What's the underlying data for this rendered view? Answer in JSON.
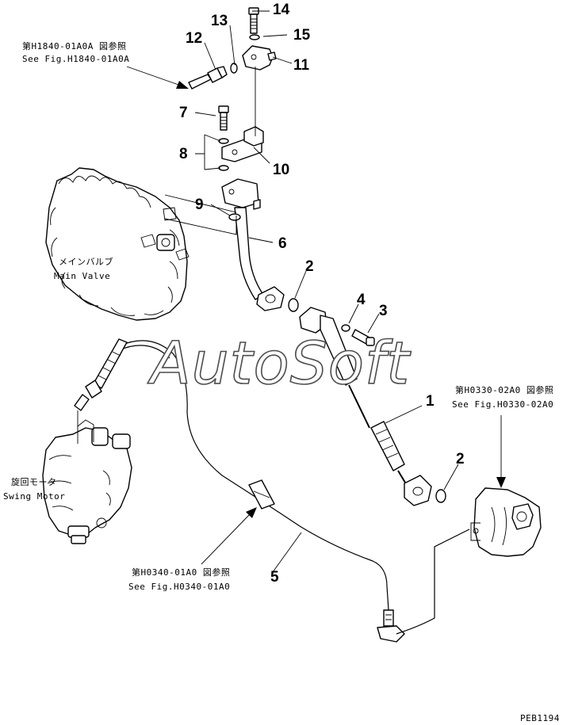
{
  "title": "",
  "part_numbers": [
    "1",
    "2",
    "2",
    "3",
    "4",
    "5",
    "6",
    "7",
    "8",
    "9",
    "10",
    "11",
    "12",
    "13",
    "14",
    "15"
  ],
  "references": {
    "h1840": {
      "jp": "第H1840-01A0A 図参照",
      "en": "See Fig.H1840-01A0A"
    },
    "h0330": {
      "jp": "第H0330-02A0 図参照",
      "en": "See Fig.H0330-02A0"
    },
    "h0340": {
      "jp": "第H0340-01A0 図参照",
      "en": "See Fig.H0340-01A0"
    }
  },
  "components": {
    "main_valve": {
      "jp": "メインバルブ",
      "en": "Main Valve"
    },
    "swing_motor": {
      "jp": "旋回モータ",
      "en": "Swing Motor"
    }
  },
  "watermark": "AutoSoft",
  "drawing_code": "PEB1194"
}
